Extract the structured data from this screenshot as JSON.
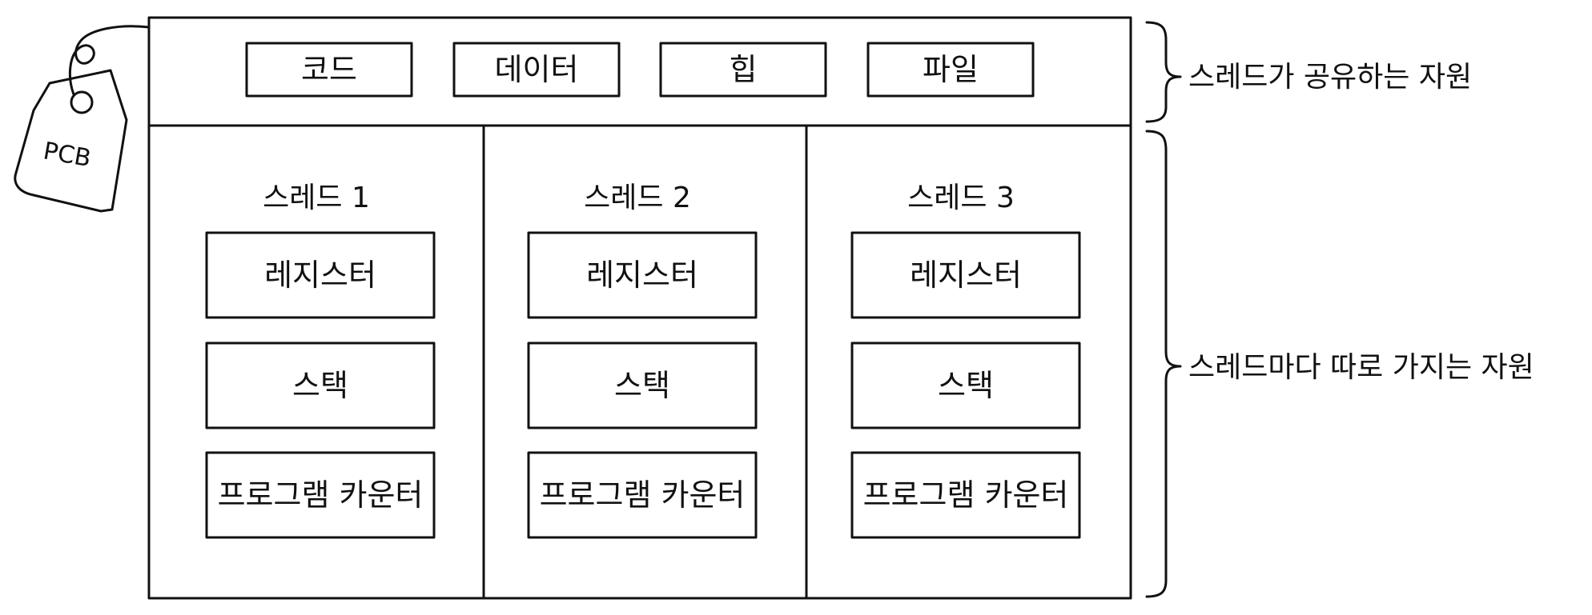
{
  "tag": {
    "label": "PCB"
  },
  "shared": {
    "items": [
      "코드",
      "데이터",
      "힙",
      "파일"
    ]
  },
  "threads": [
    {
      "title": "스레드 1",
      "resources": [
        "레지스터",
        "스택",
        "프로그램 카운터"
      ]
    },
    {
      "title": "스레드 2",
      "resources": [
        "레지스터",
        "스택",
        "프로그램 카운터"
      ]
    },
    {
      "title": "스레드 3",
      "resources": [
        "레지스터",
        "스택",
        "프로그램 카운터"
      ]
    }
  ],
  "braces": {
    "shared_label": "스레드가 공유하는 자원",
    "per_thread_label": "스레드마다 따로 가지는 자원"
  }
}
